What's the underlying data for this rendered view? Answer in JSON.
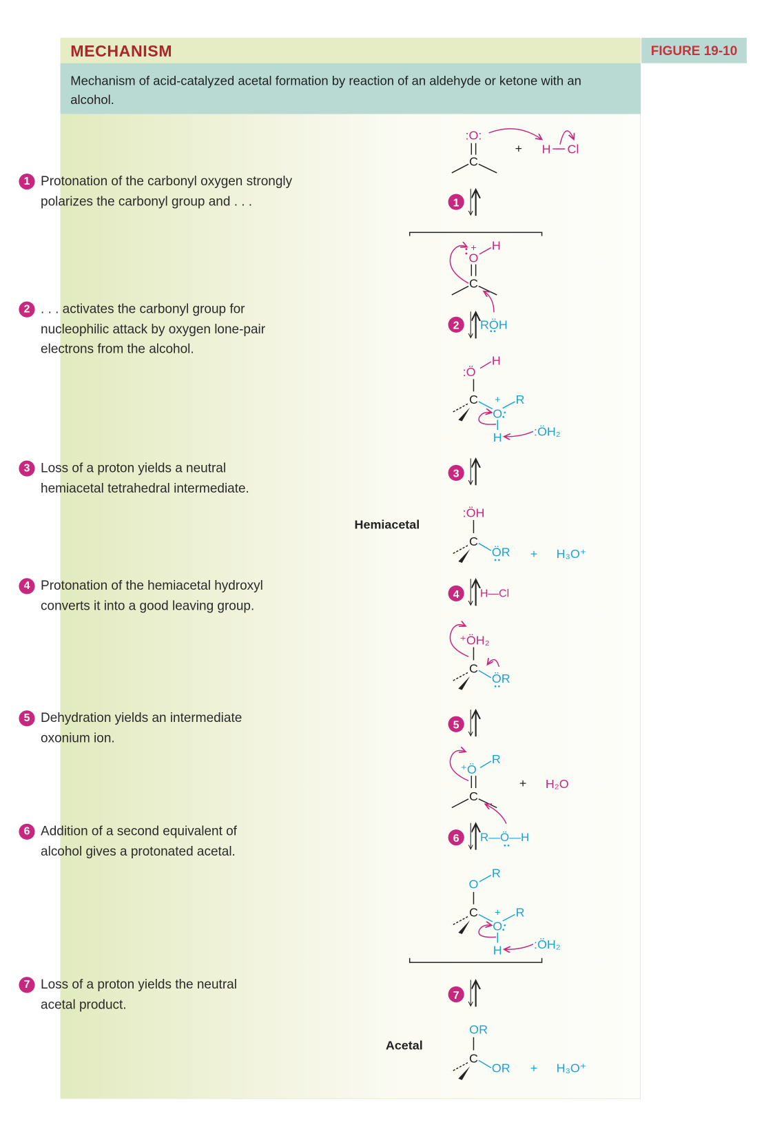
{
  "header": {
    "title": "MECHANISM",
    "figure_label": "FIGURE 19-10"
  },
  "caption": "Mechanism of acid-catalyzed acetal formation by reaction of an aldehyde or ketone with an alcohol.",
  "steps": [
    {
      "num": "1",
      "text": "Protonation of the carbonyl oxygen strongly polarizes the carbonyl group and . . ."
    },
    {
      "num": "2",
      "text": ". . . activates the carbonyl group for nucleophilic attack by oxygen lone-pair electrons from the alcohol."
    },
    {
      "num": "3",
      "text": "Loss of a proton yields a neutral hemiacetal tetrahedral intermediate."
    },
    {
      "num": "4",
      "text": "Protonation of the hemiacetal hydroxyl converts it into a good leaving group."
    },
    {
      "num": "5",
      "text": "Dehydration yields an intermediate oxonium ion."
    },
    {
      "num": "6",
      "text": "Addition of a second equivalent of alcohol gives a protonated acetal."
    },
    {
      "num": "7",
      "text": "Loss of a proton yields the neutral acetal product."
    }
  ],
  "labels": {
    "hemiacetal": "Hemiacetal",
    "acetal": "Acetal"
  },
  "chem": {
    "O_lp": ":O:",
    "O": "O",
    "C": "C",
    "H": "H",
    "R": "R",
    "Cl": "Cl",
    "plus": "+",
    "roh": "RÖH",
    "o_lp_left": ":Ö",
    "oh2": ":ÖH₂",
    "oh": ":ÖH",
    "or_dots": "ÖR",
    "h3o": "H₃O⁺",
    "hcl": "H—Cl",
    "poh2": "⁺ÖH₂",
    "po": "⁺Ö",
    "h2o": "H₂O",
    "r_o_h": "R—Ö—H",
    "or": "OR"
  },
  "colors": {
    "magenta": "#c7287f",
    "cyan": "#1ba3d8",
    "title_red": "#a8262c"
  }
}
